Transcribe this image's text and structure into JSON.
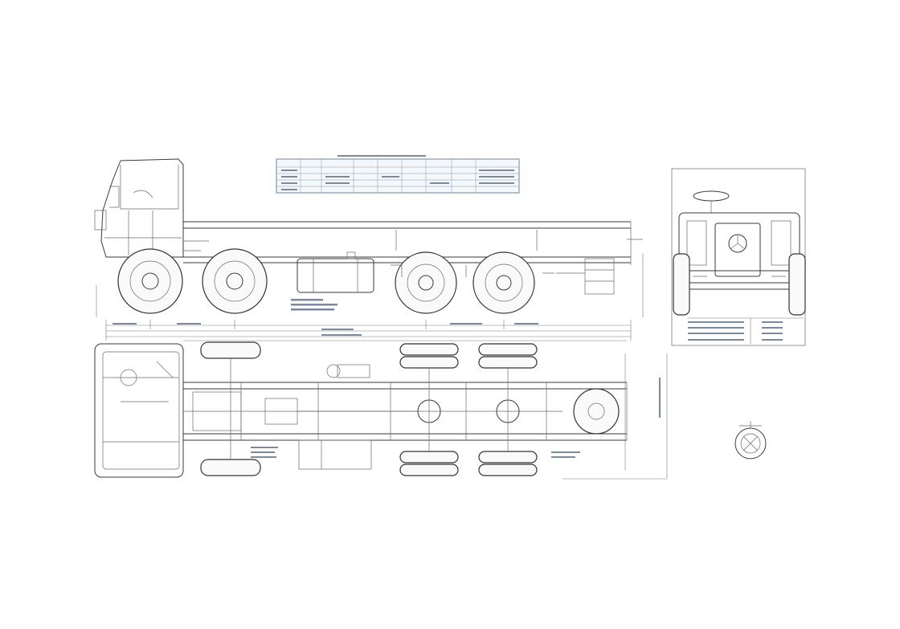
{
  "drawing": {
    "views": [
      "side-elevation",
      "plan-view",
      "rear-elevation",
      "detail"
    ]
  }
}
